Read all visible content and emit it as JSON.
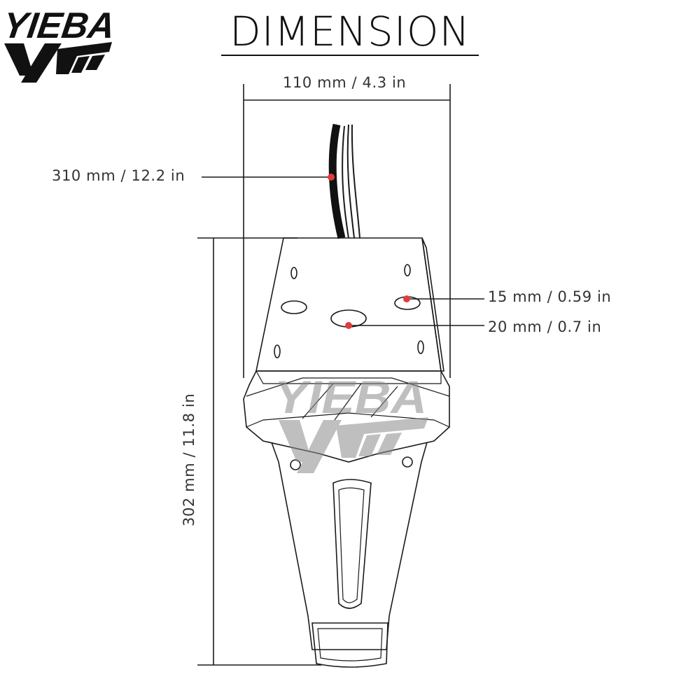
{
  "brand": {
    "name": "YIEBA",
    "watermark": "YIEBA"
  },
  "title": "DIMENSION",
  "dimensions": {
    "width": "110 mm / 4.3 in",
    "cable_length": "310 mm / 12.2 in",
    "height": "302 mm / 11.8 in",
    "hole_small": "15 mm / 0.59 in",
    "hole_large": "20 mm / 0.7 in"
  },
  "colors": {
    "outline": "#1a1a1a",
    "marker": "#e23b3b",
    "watermark": "#9a9a9a",
    "logo": "#111111"
  }
}
